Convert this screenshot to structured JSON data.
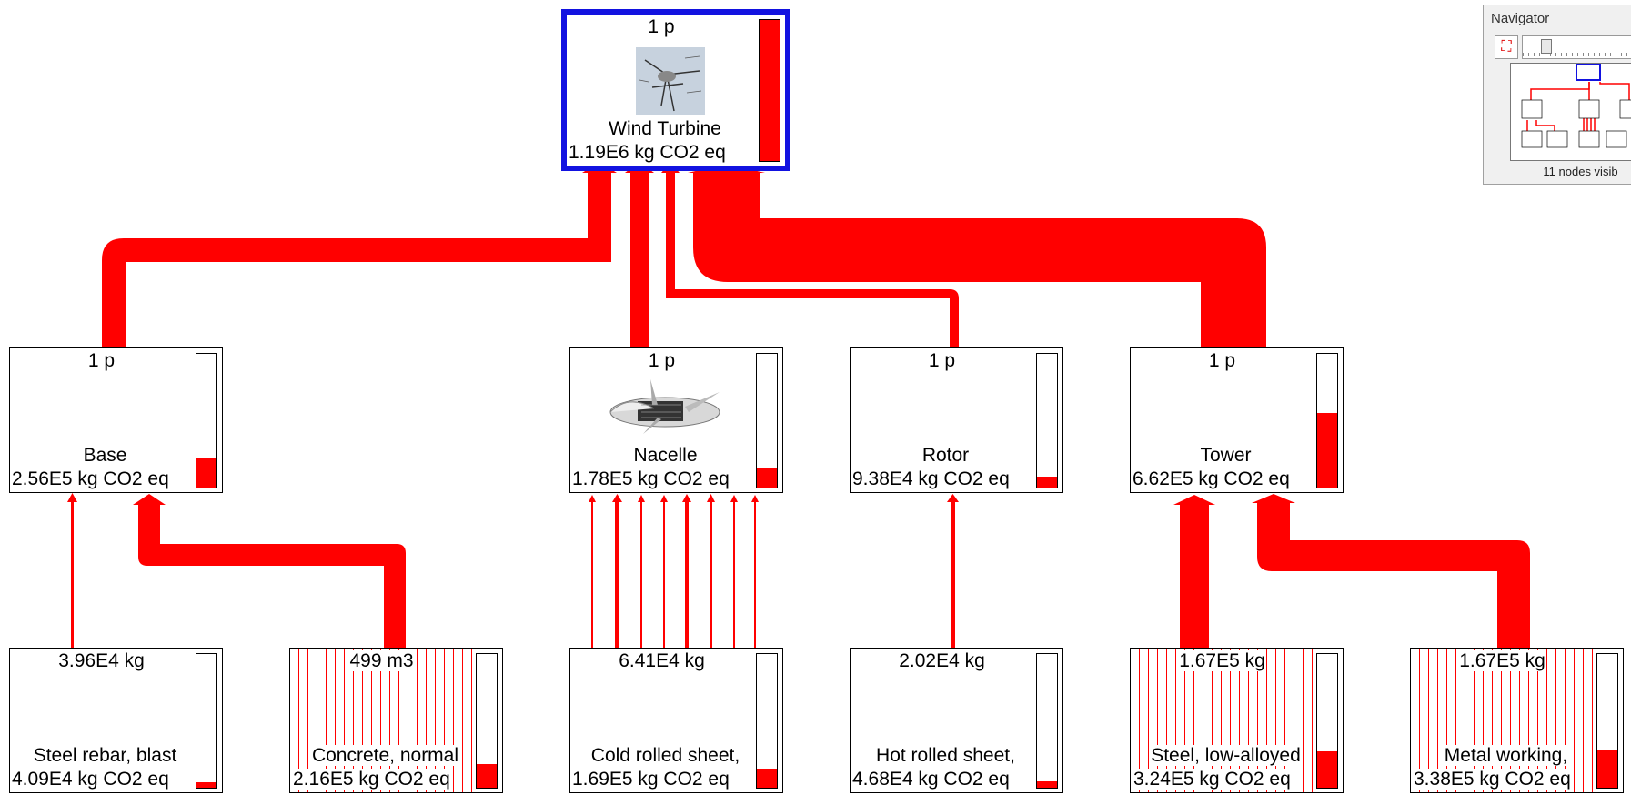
{
  "colors": {
    "flow": "#ff0000",
    "selected_border": "#1212e0",
    "bar_fill": "#ff0000"
  },
  "nodes": {
    "wind_turbine": {
      "amount": "1 p",
      "name": "Wind Turbine",
      "value": "1.19E6 kg CO2 eq",
      "bar_fraction": 1.0,
      "icon": "wind-turbine-image"
    },
    "base": {
      "amount": "1 p",
      "name": "Base",
      "value": "2.56E5 kg CO2 eq",
      "bar_fraction": 0.22
    },
    "nacelle": {
      "amount": "1 p",
      "name": "Nacelle",
      "value": "1.78E5 kg CO2 eq",
      "bar_fraction": 0.15,
      "icon": "nacelle-image"
    },
    "rotor": {
      "amount": "1 p",
      "name": "Rotor",
      "value": "9.38E4 kg CO2 eq",
      "bar_fraction": 0.08
    },
    "tower": {
      "amount": "1 p",
      "name": "Tower",
      "value": "6.62E5 kg CO2 eq",
      "bar_fraction": 0.56
    },
    "steel_rebar": {
      "amount": "3.96E4 kg",
      "name": "Steel rebar, blast",
      "value": "4.09E4 kg CO2 eq",
      "bar_fraction": 0.04
    },
    "concrete": {
      "amount": "499 m3",
      "name": "Concrete, normal",
      "value": "2.16E5 kg CO2 eq",
      "bar_fraction": 0.18
    },
    "cold_rolled": {
      "amount": "6.41E4 kg",
      "name": "Cold rolled sheet,",
      "value": "1.69E5 kg CO2 eq",
      "bar_fraction": 0.14
    },
    "hot_rolled": {
      "amount": "2.02E4 kg",
      "name": "Hot rolled sheet,",
      "value": "4.68E4 kg CO2 eq",
      "bar_fraction": 0.05
    },
    "steel_low_alloyed": {
      "amount": "1.67E5 kg",
      "name": "Steel, low-alloyed",
      "value": "3.24E5 kg CO2 eq",
      "bar_fraction": 0.27
    },
    "metal_working": {
      "amount": "1.67E5 kg",
      "name": "Metal working,",
      "value": "3.38E5 kg CO2 eq",
      "bar_fraction": 0.28
    }
  },
  "navigator": {
    "title": "Navigator",
    "status": "11 nodes visib",
    "fit_icon": "fit-to-window-icon"
  }
}
